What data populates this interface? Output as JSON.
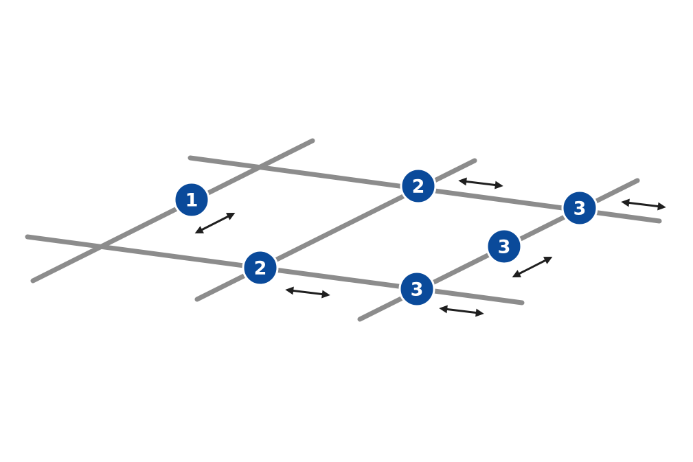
{
  "colors": {
    "bar": "#8c8c8c",
    "marker": "#0a4a9a",
    "marker_text": "#ffffff",
    "arrow": "#1f1f1f",
    "background": "#ffffff"
  },
  "markers": [
    {
      "label": "1"
    },
    {
      "label": "2"
    },
    {
      "label": "2"
    },
    {
      "label": "3"
    },
    {
      "label": "3"
    },
    {
      "label": "3"
    }
  ],
  "icons": {
    "arrow": "double-headed-arrow-icon"
  }
}
